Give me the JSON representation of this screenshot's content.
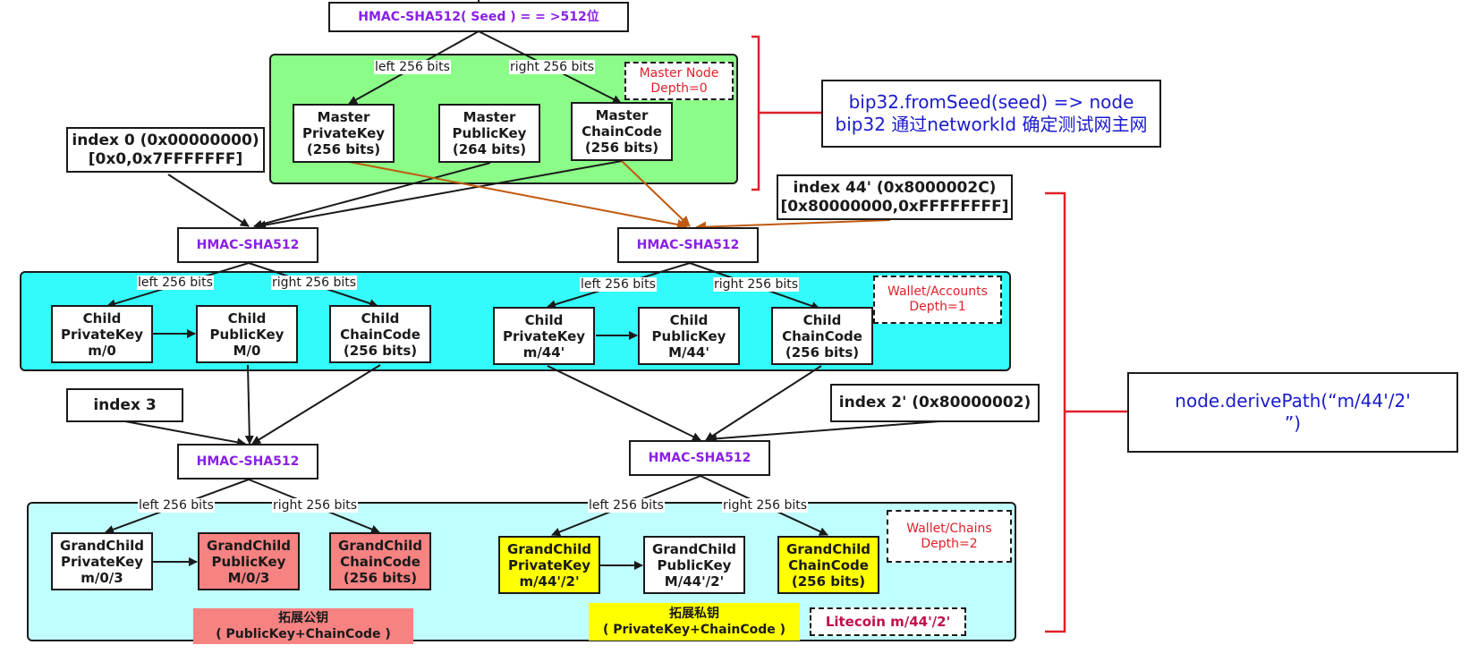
{
  "colors": {
    "master_group": "#8bfc88",
    "account_group": "#33fbfb",
    "chain_group": "#c0fdfd",
    "hmac_text": "#8a1fe6",
    "depth_label_text": "#e0202a",
    "litecoin_text": "#c0104a",
    "bracket": "#e0202a",
    "code_text": "#1a1acc",
    "extended_public": "#f78282",
    "extended_private": "#ffff00",
    "hardened_edge": "#c05a10"
  },
  "seed_hmac": "HMAC-SHA512( Seed ) = = >512位",
  "edge_labels": {
    "left": "left 256 bits",
    "right": "right 256 bits"
  },
  "master": {
    "depth_label": "Master Node\nDepth=0",
    "private_key": "Master\nPrivateKey\n(256 bits)",
    "public_key": "Master\nPublicKey\n(264 bits)",
    "chain_code": "Master\nChainCode\n(256 bits)"
  },
  "code_notes": {
    "from_seed": "bip32.fromSeed(seed) => node\nbip32 通过networkId 确定测试网主网",
    "derive_path": "node.derivePath(“m/44'/2'\n”)"
  },
  "indexes": {
    "index0": "index 0 (0x00000000)\n[0x0,0x7FFFFFFF]",
    "index44h": "index 44' (0x8000002C)\n[0x80000000,0xFFFFFFFF]",
    "index3": "index 3",
    "index2h": "index 2' (0x80000002)"
  },
  "hmac_label": "HMAC-SHA512",
  "accounts": {
    "depth_label": "Wallet/Accounts\nDepth=1",
    "left": {
      "private_key": "Child\nPrivateKey\nm/0",
      "public_key": "Child\nPublicKey\nM/0",
      "chain_code": "Child\nChainCode\n(256 bits)"
    },
    "right": {
      "private_key": "Child\nPrivateKey\nm/44'",
      "public_key": "Child\nPublicKey\nM/44'",
      "chain_code": "Child\nChainCode\n(256 bits)"
    }
  },
  "chains": {
    "depth_label": "Wallet/Chains\nDepth=2",
    "left": {
      "private_key": "GrandChild\nPrivateKey\nm/0/3",
      "public_key": "GrandChild\nPublicKey\nM/0/3",
      "chain_code": "GrandChild\nChainCode\n(256 bits)",
      "extended": "拓展公钥\n( PublicKey+ChainCode )"
    },
    "right": {
      "private_key": "GrandChild\nPrivateKey\nm/44'/2'",
      "public_key": "GrandChild\nPublicKey\nM/44'/2'",
      "chain_code": "GrandChild\nChainCode\n(256 bits)",
      "extended": "拓展私钥\n( PrivateKey+ChainCode )"
    },
    "litecoin_label": "Litecoin m/44'/2'"
  }
}
